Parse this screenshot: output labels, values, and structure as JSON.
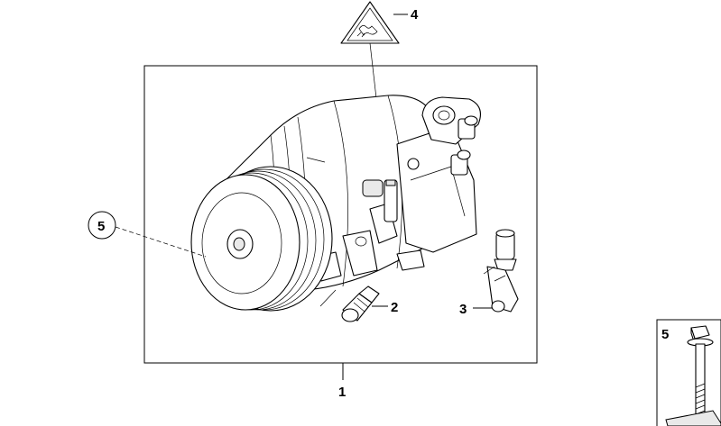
{
  "diagram": {
    "callouts": {
      "c1": "1",
      "c2": "2",
      "c3": "3",
      "c4": "4",
      "c5_circle": "5",
      "c5_inset": "5"
    }
  }
}
